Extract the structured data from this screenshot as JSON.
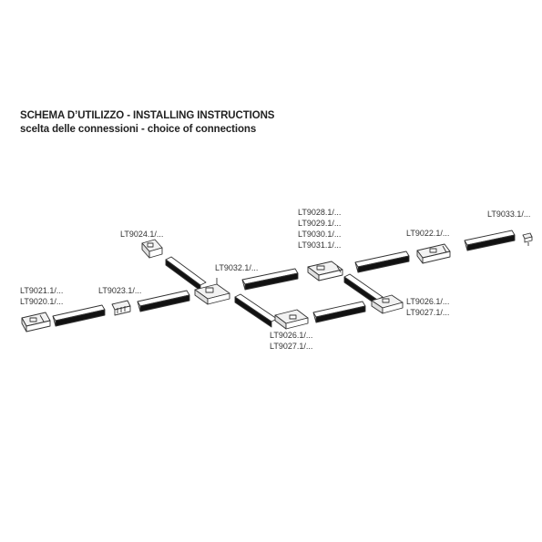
{
  "title": "SCHEMA D’UTILIZZO - INSTALLING INSTRUCTIONS",
  "subtitle": "scelta delle connessioni - choice of connections",
  "labels": {
    "lt9021": "LT9021.1/...",
    "lt9020": "LT9020.1/...",
    "lt9023": "LT9023.1/...",
    "lt9024": "LT9024.1/...",
    "lt9032": "LT9032.1/...",
    "lt9028": "LT9028.1/...",
    "lt9029": "LT9029.1/...",
    "lt9030": "LT9030.1/...",
    "lt9031": "LT9031.1/...",
    "lt9022": "LT9022.1/...",
    "lt9033": "LT9033.1/...",
    "lt9026_right": "LT9026.1/...",
    "lt9027_right": "LT9027.1/...",
    "lt9026_bottom": "LT9026.1/...",
    "lt9027_bottom": "LT9027.1/..."
  },
  "colors": {
    "line": "#333333",
    "track_fill": "#ffffff",
    "connector_fill": "#f2f2f2"
  }
}
